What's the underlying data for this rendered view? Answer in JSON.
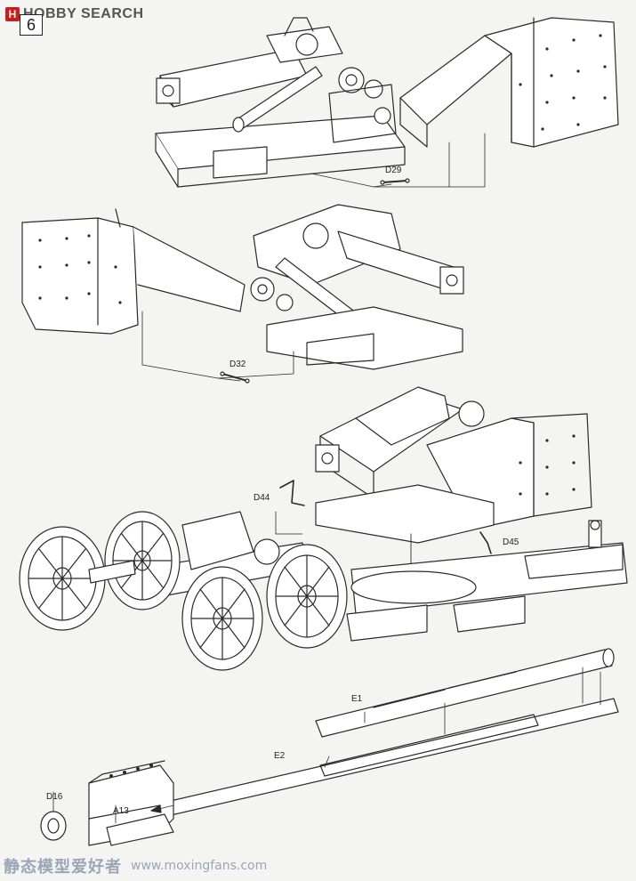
{
  "header": {
    "logo_badge": "H",
    "logo_text": "HOBBY SEARCH",
    "step_number": "6"
  },
  "part_labels": [
    {
      "id": "D29",
      "text": "D29"
    },
    {
      "id": "D32",
      "text": "D32"
    },
    {
      "id": "D44",
      "text": "D44"
    },
    {
      "id": "D45",
      "text": "D45"
    },
    {
      "id": "E1",
      "text": "E1"
    },
    {
      "id": "E2",
      "text": "E2"
    },
    {
      "id": "D16",
      "text": "D16"
    },
    {
      "id": "A13",
      "text": "A13"
    }
  ],
  "watermark": {
    "cn": "静态模型爱好者",
    "url": "www.moxingfans.com"
  },
  "colors": {
    "line": "#2b2b2b",
    "paper": "#f4f4f2",
    "logo_red": "#c81e1e"
  }
}
